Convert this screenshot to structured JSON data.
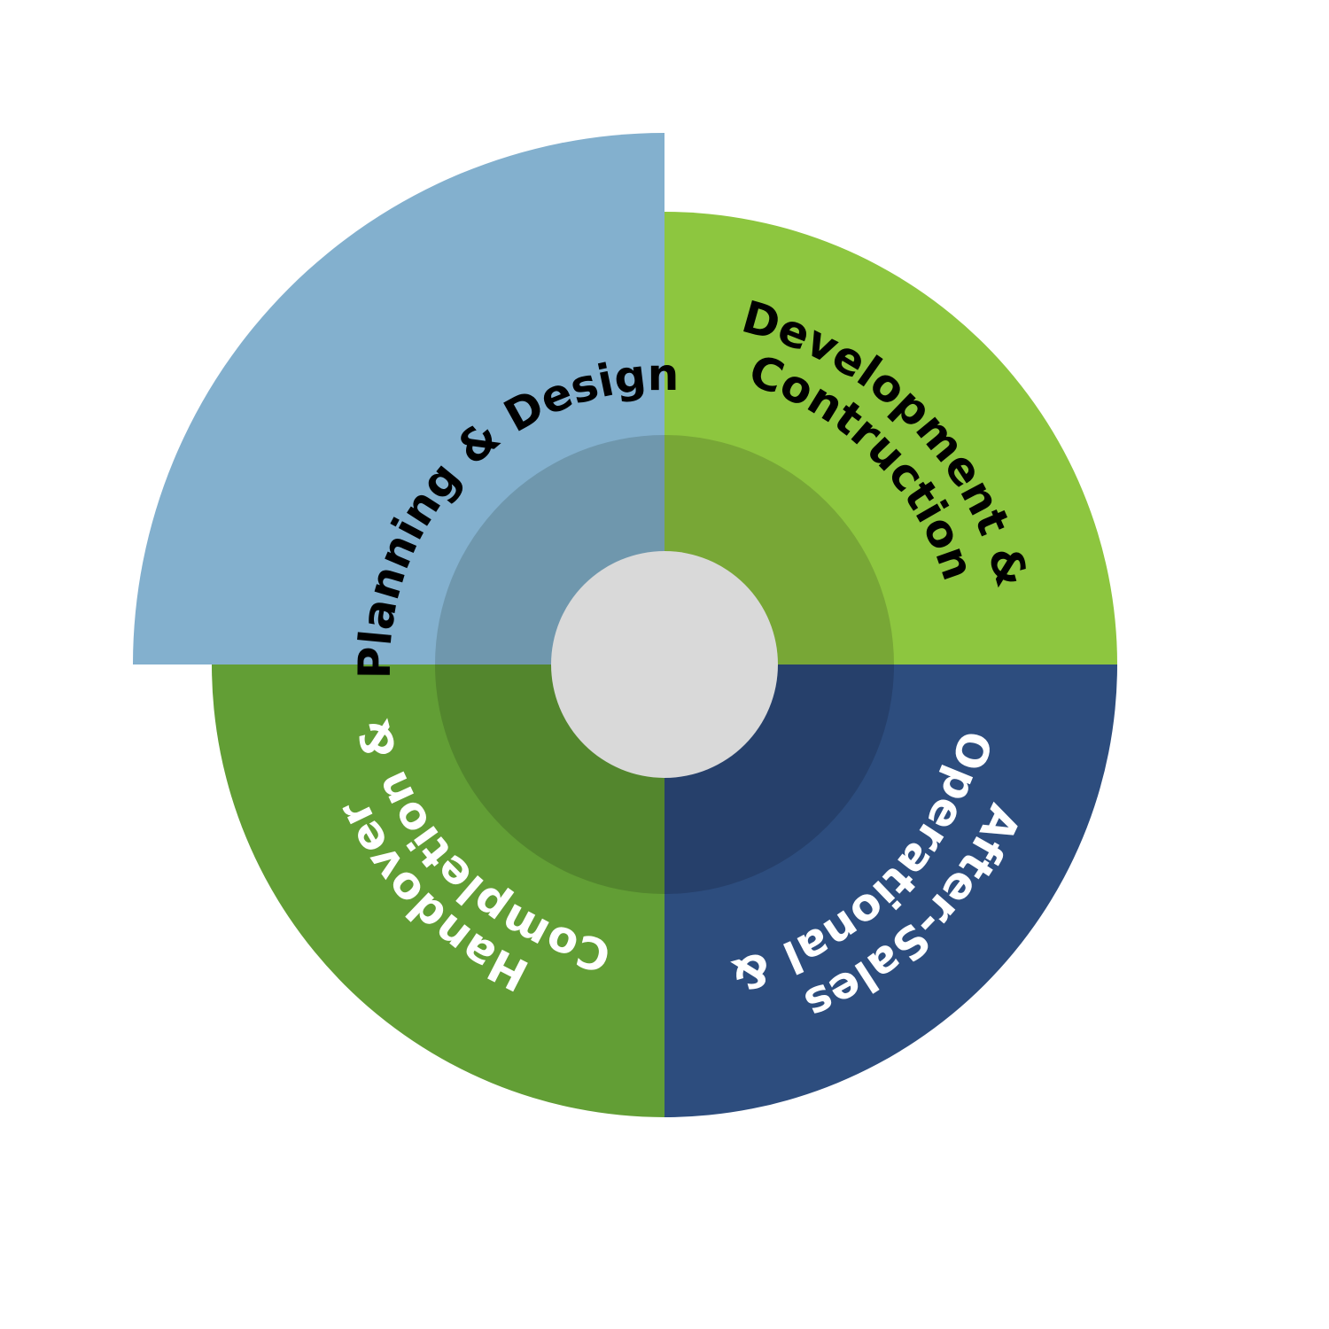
{
  "diagram": {
    "segments": [
      {
        "id": "planning",
        "label_lines": [
          "Planning & Design"
        ],
        "fill": "#83B0CE",
        "inner_fill": "#6F97AD",
        "text_color": "#000000"
      },
      {
        "id": "development",
        "label_lines": [
          "Development &",
          "Contruction"
        ],
        "fill": "#8DC63F",
        "inner_fill": "#78A736",
        "text_color": "#000000"
      },
      {
        "id": "operational",
        "label_lines": [
          "Operational &",
          "After-Sales"
        ],
        "fill": "#2D4D7E",
        "inner_fill": "#26406B",
        "text_color": "#FFFFFF"
      },
      {
        "id": "completion",
        "label_lines": [
          "Completion &",
          "Handover"
        ],
        "fill": "#629E35",
        "inner_fill": "#53862D",
        "text_color": "#FFFFFF"
      }
    ],
    "center_fill": "#D9D9D9"
  }
}
